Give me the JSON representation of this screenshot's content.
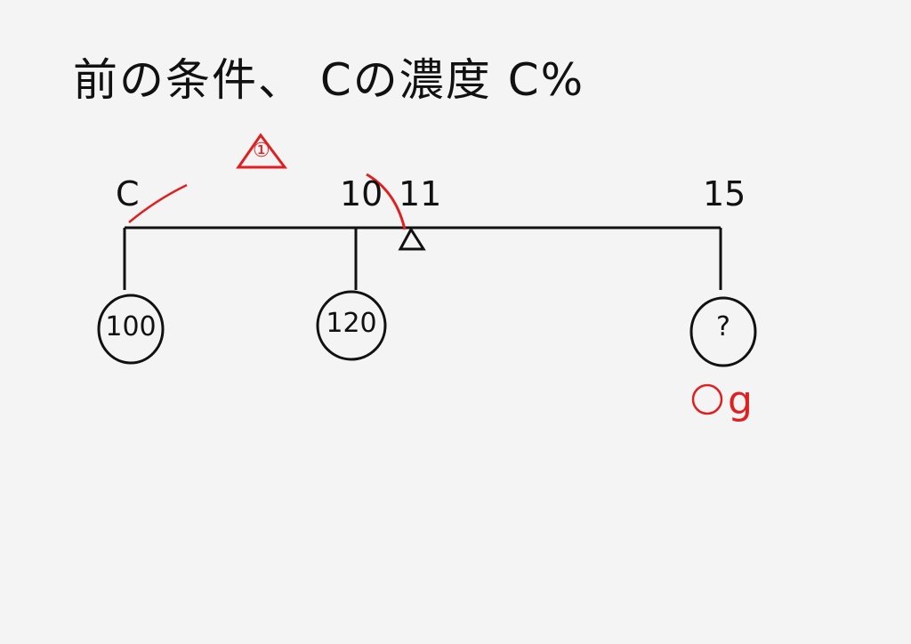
{
  "title": "前の条件、 Cの濃度 C%",
  "marks": {
    "c": "C",
    "ten": "10",
    "eleven": "11",
    "fifteen": "15"
  },
  "ratio_mark": "①",
  "weights": {
    "left": "100",
    "middle": "120",
    "right": "?"
  },
  "right_weight_note": "① g",
  "colors": {
    "ink": "#111111",
    "accent": "#e02020",
    "paper": "#f4f4f4"
  }
}
